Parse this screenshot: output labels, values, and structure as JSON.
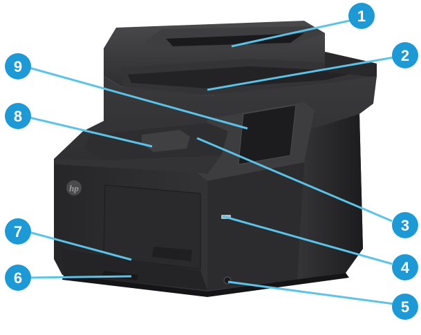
{
  "colors": {
    "callout_fill": "#1d9ad6",
    "callout_line": "#5ac3ea",
    "callout_text": "#ffffff",
    "printer_body": "#2b2b2d"
  },
  "logo": {
    "text": "hp"
  },
  "callouts": [
    {
      "id": "1",
      "label": "1"
    },
    {
      "id": "2",
      "label": "2"
    },
    {
      "id": "3",
      "label": "3"
    },
    {
      "id": "4",
      "label": "4"
    },
    {
      "id": "5",
      "label": "5"
    },
    {
      "id": "6",
      "label": "6"
    },
    {
      "id": "7",
      "label": "7"
    },
    {
      "id": "8",
      "label": "8"
    },
    {
      "id": "9",
      "label": "9"
    }
  ]
}
